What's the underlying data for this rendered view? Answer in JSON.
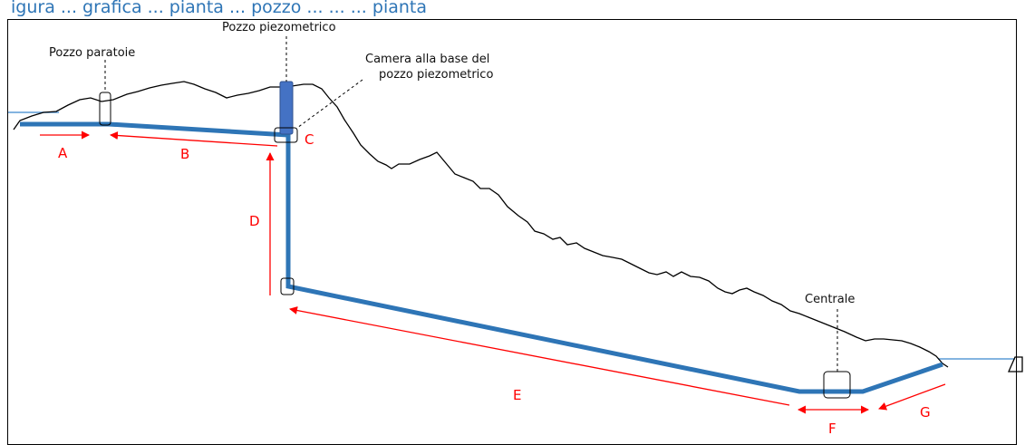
{
  "caption": "igura ... grafica ... pianta ... pozzo ... ... ... pianta",
  "labels": {
    "pozzo_paratoie": "Pozzo paratoie",
    "pozzo_piezometrico": "Pozzo piezometrico",
    "camera_line1": "Camera alla base del",
    "camera_line2": "pozzo piezometrico",
    "centrale": "Centrale"
  },
  "segments": {
    "a": "A",
    "b": "B",
    "c": "C",
    "d": "D",
    "e": "E",
    "f": "F",
    "g": "G"
  },
  "colors": {
    "pipe": "#2e75b6",
    "shaft": "#4472c4",
    "arrow": "#ff0000",
    "terrain": "#000000",
    "water": "#5b9bd5",
    "caption": "#2e75b6"
  }
}
